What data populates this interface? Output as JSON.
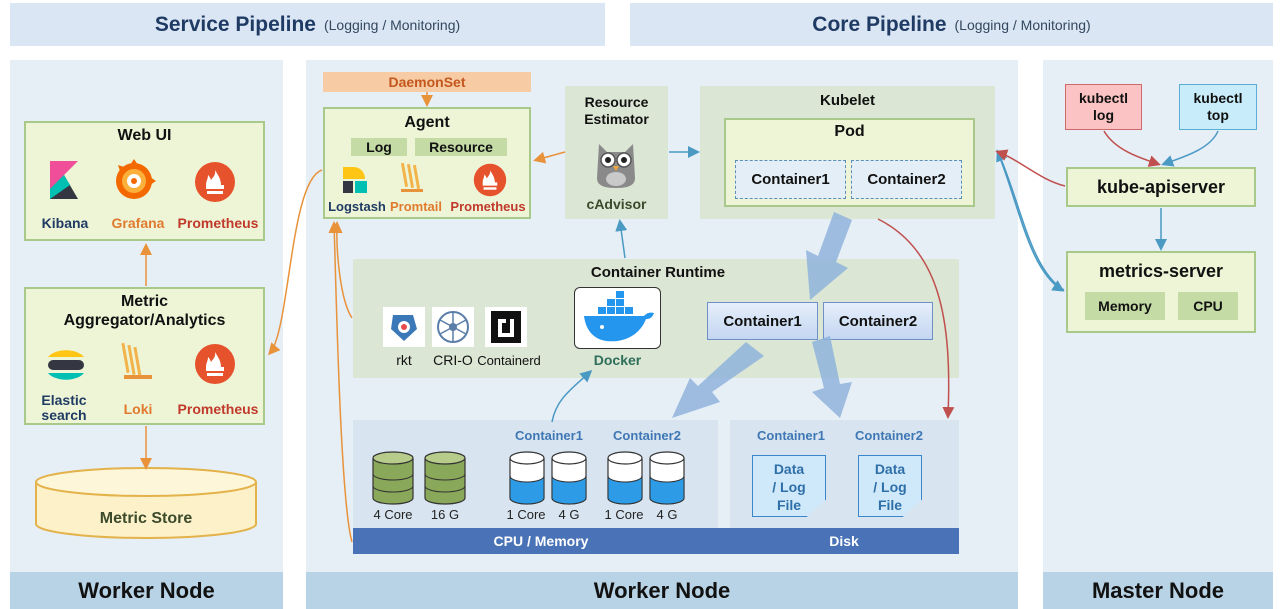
{
  "banners": {
    "service": {
      "title": "Service Pipeline",
      "sub": "(Logging / Monitoring)"
    },
    "core": {
      "title": "Core Pipeline",
      "sub": "(Logging / Monitoring)"
    }
  },
  "footers": {
    "left": "Worker Node",
    "middle": "Worker Node",
    "right": "Master Node"
  },
  "left": {
    "webui": {
      "title": "Web UI",
      "tools": [
        "Kibana",
        "Grafana",
        "Prometheus"
      ]
    },
    "metric": {
      "title_line1": "Metric",
      "title_line2": "Aggregator/Analytics",
      "tools": [
        "Elastic search",
        "Loki",
        "Prometheus"
      ]
    },
    "store": "Metric Store"
  },
  "middle": {
    "daemonset": "DaemonSet",
    "agent": {
      "title": "Agent",
      "tag_log": "Log",
      "tag_resource": "Resource",
      "tools": [
        "Logstash",
        "Promtail",
        "Prometheus"
      ]
    },
    "estimator": {
      "title_line1": "Resource",
      "title_line2": "Estimator",
      "tool": "cAdvisor"
    },
    "kubelet": {
      "title": "Kubelet",
      "pod": "Pod",
      "container1": "Container1",
      "container2": "Container2"
    },
    "runtime": {
      "title": "Container Runtime",
      "runtimes": [
        "rkt",
        "CRI-O",
        "Containerd"
      ],
      "docker": "Docker",
      "container1": "Container1",
      "container2": "Container2"
    },
    "resources": {
      "container1": "Container1",
      "container2": "Container2",
      "cyl_labels": [
        "4 Core",
        "16 G",
        "1 Core",
        "4 G",
        "1 Core",
        "4 G"
      ],
      "bar": "CPU / Memory"
    },
    "disk": {
      "container1": "Container1",
      "container2": "Container2",
      "file_line1": "Data",
      "file_line2": "/ Log",
      "file_line3": "File",
      "bar": "Disk"
    }
  },
  "right": {
    "kubectl_log": {
      "l1": "kubectl",
      "l2": "log"
    },
    "kubectl_top": {
      "l1": "kubectl",
      "l2": "top"
    },
    "apiserver": "kube-apiserver",
    "metrics_server": {
      "title": "metrics-server",
      "memory": "Memory",
      "cpu": "CPU"
    }
  },
  "colors": {
    "orange_text": "#e07a2e",
    "red_text": "#c0392b",
    "navy_text": "#1f3b64",
    "blue_label": "#3f78b5"
  }
}
